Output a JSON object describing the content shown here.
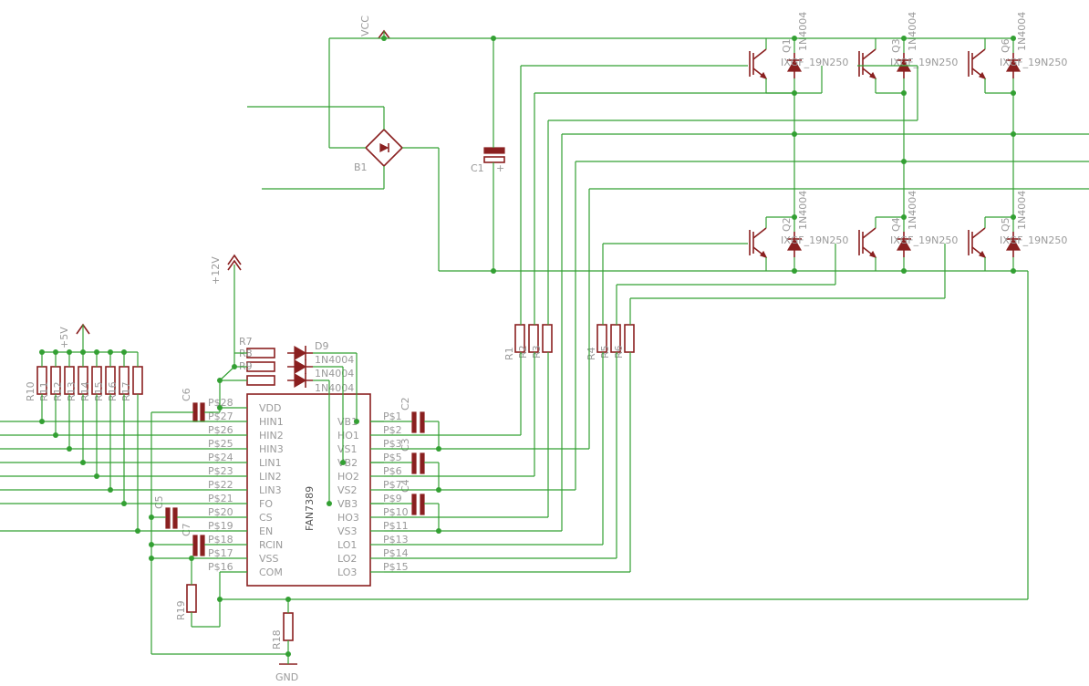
{
  "power": {
    "vcc": "VCC",
    "v12": "+12V",
    "v5": "+5V",
    "gnd": "GND"
  },
  "ic": {
    "name": "FAN7389",
    "left_pins": [
      {
        "pad": "P$28",
        "name": "VDD"
      },
      {
        "pad": "P$27",
        "name": "HIN1"
      },
      {
        "pad": "P$26",
        "name": "HIN2"
      },
      {
        "pad": "P$25",
        "name": "HIN3"
      },
      {
        "pad": "P$24",
        "name": "LIN1"
      },
      {
        "pad": "P$23",
        "name": "LIN2"
      },
      {
        "pad": "P$22",
        "name": "LIN3"
      },
      {
        "pad": "P$21",
        "name": "FO"
      },
      {
        "pad": "P$20",
        "name": "CS"
      },
      {
        "pad": "P$19",
        "name": "EN"
      },
      {
        "pad": "P$18",
        "name": "RCIN"
      },
      {
        "pad": "P$17",
        "name": "VSS"
      },
      {
        "pad": "P$16",
        "name": "COM"
      }
    ],
    "right_pins": [
      {
        "pad": "P$1",
        "name": "VB1"
      },
      {
        "pad": "P$2",
        "name": "HO1"
      },
      {
        "pad": "P$3",
        "name": "VS1"
      },
      {
        "pad": "P$5",
        "name": "VB2"
      },
      {
        "pad": "P$6",
        "name": "HO2"
      },
      {
        "pad": "P$7",
        "name": "VS2"
      },
      {
        "pad": "P$9",
        "name": "VB3"
      },
      {
        "pad": "P$10",
        "name": "HO3"
      },
      {
        "pad": "P$11",
        "name": "VS3"
      },
      {
        "pad": "P$13",
        "name": "LO1"
      },
      {
        "pad": "P$14",
        "name": "LO2"
      },
      {
        "pad": "P$15",
        "name": "LO3"
      }
    ]
  },
  "labels": {
    "b1": "B1",
    "c1": "C1",
    "c1_plus": "+",
    "c2": "C2",
    "c3": "C3",
    "c4": "C4",
    "c5": "C5",
    "c6": "C6",
    "c7": "C7",
    "r1": "R1",
    "r2": "R2",
    "r3": "R3",
    "r4": "R4",
    "r5": "R5",
    "r6": "R6",
    "r7": "R7",
    "r8": "R8",
    "r9": "R9",
    "r10": "R10",
    "r11": "R11",
    "r12": "R12",
    "r13": "R13",
    "r14": "R14",
    "r15": "R15",
    "r16": "R16",
    "r17": "R17",
    "r18": "R18",
    "r19": "R19",
    "d9": "D9",
    "diode_part": "1N4004",
    "igbt_part": "IXGF_19N250",
    "q1": "Q1",
    "q2": "Q2",
    "q3": "Q3",
    "q4": "Q4",
    "q5": "Q5",
    "q6": "Q6"
  }
}
